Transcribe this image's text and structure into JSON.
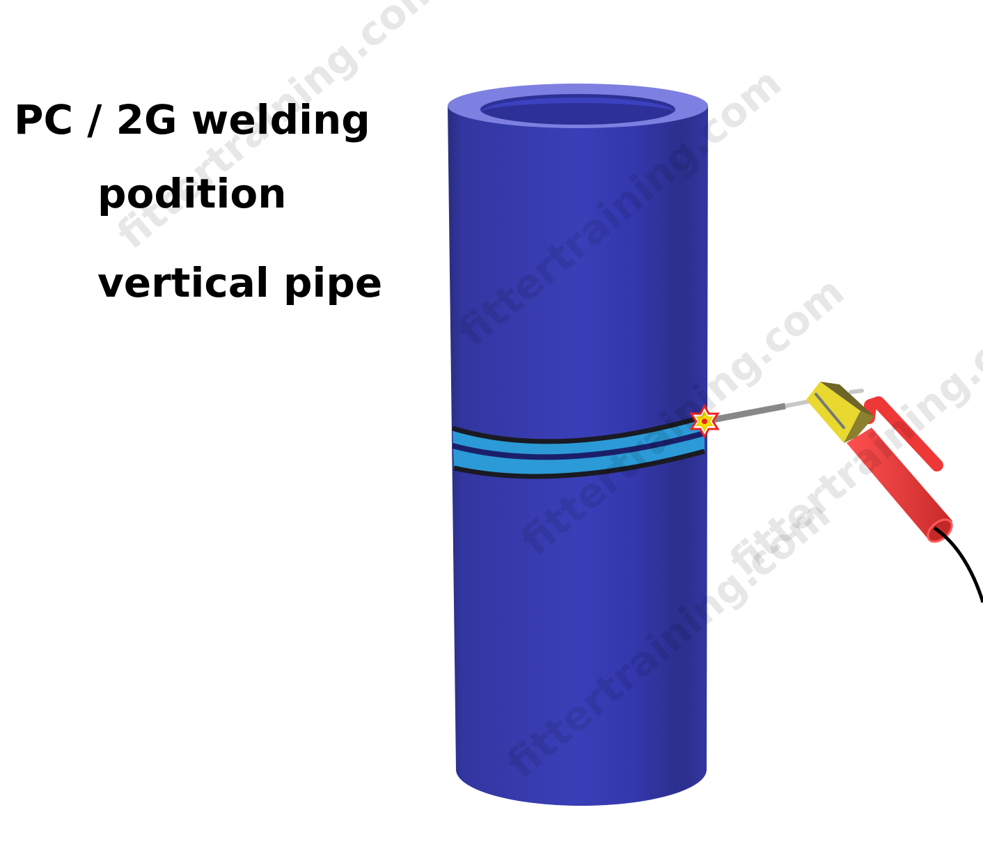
{
  "title_lines": [
    "PC / 2G welding",
    "podition",
    "vertical pipe"
  ],
  "watermark": "fittertraining.com",
  "colors": {
    "pipe": "#3539a8",
    "pipe_rim": "#7d80e0",
    "weld_band": "#2b9ad6",
    "holder": "#ee3333",
    "clamp": "#e6d830",
    "electrode": "#888888"
  }
}
